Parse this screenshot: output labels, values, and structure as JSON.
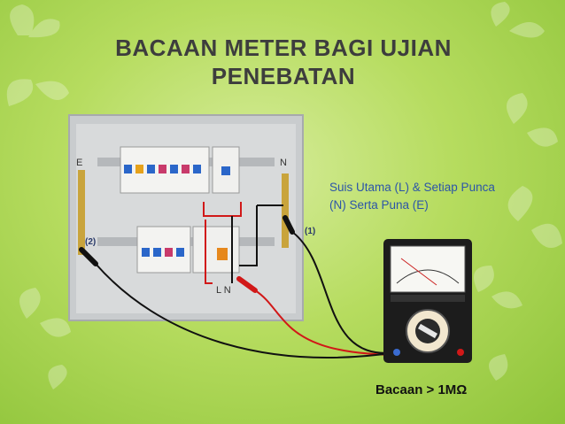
{
  "slide": {
    "title_line1": "BACAAN METER BAGI UJIAN",
    "title_line2": "PENEBATAN",
    "note_line1": "Suis Utama (L) & Setiap Punca",
    "note_line2": "(N) Serta Puna (E)",
    "reading": "Bacaan > 1MΩ",
    "labels": {
      "earth": "E",
      "neutral_top": "N",
      "probe_1": "(1)",
      "probe_2": "(2)",
      "line_neutral": "L  N"
    }
  },
  "colors": {
    "background": "#b6dc5f",
    "title": "#3d3d3d",
    "note": "#2c55a8",
    "red_lead": "#d11818",
    "black_lead": "#111111"
  }
}
